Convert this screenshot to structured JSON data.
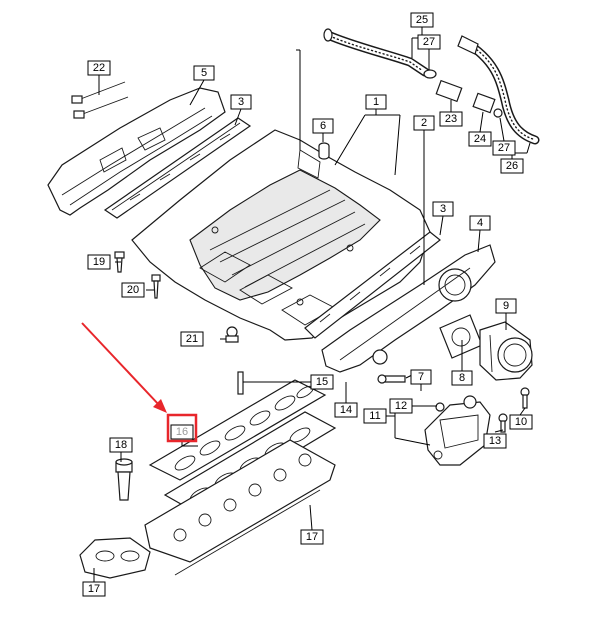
{
  "highlight": {
    "box_color": "#e8262b",
    "arrow_color": "#e8262b",
    "label_color": "#9a9a9a"
  },
  "callouts": {
    "c1": "1",
    "c2": "2",
    "c3a": "3",
    "c3b": "3",
    "c4": "4",
    "c5": "5",
    "c6": "6",
    "c7": "7",
    "c8": "8",
    "c9": "9",
    "c10": "10",
    "c11": "11",
    "c12": "12",
    "c13": "13",
    "c14": "14",
    "c15": "15",
    "c16": "16",
    "c17a": "17",
    "c17b": "17",
    "c18": "18",
    "c19": "19",
    "c20": "20",
    "c21": "21",
    "c22": "22",
    "c23": "23",
    "c24": "24",
    "c25": "25",
    "c26": "26",
    "c27a": "27",
    "c27b": "27"
  }
}
